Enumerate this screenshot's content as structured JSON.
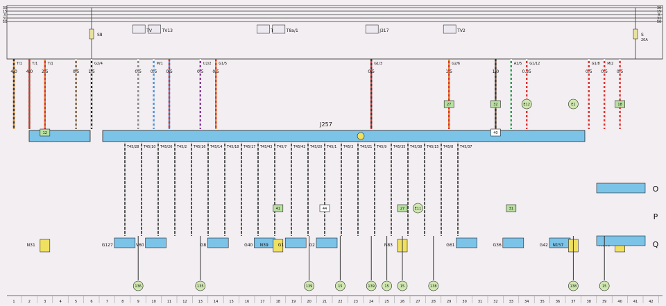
{
  "rails": [
    "30",
    "15",
    "X",
    "31",
    "50"
  ],
  "fuses": [
    {
      "label": "S8",
      "value": "",
      "col": 6
    },
    {
      "label": "S",
      "value": "20A",
      "col": 41
    }
  ],
  "top_components": [
    {
      "label": "J317",
      "col": 24
    },
    {
      "label": "TV13",
      "col": 10
    },
    {
      "label": "TV2",
      "col": 29
    },
    {
      "label": "T32/1",
      "col": 17
    },
    {
      "label": "T8a/1",
      "col": 18
    },
    {
      "label": "TV",
      "col": 9
    }
  ],
  "wires": [
    {
      "col": 1,
      "top": "T/1",
      "size": "4.0",
      "colors": [
        "#e08a2a",
        "#333"
      ]
    },
    {
      "col": 2,
      "top": "T/1",
      "size": "4.0",
      "colors": [
        "#7a5a3a",
        "#e03030"
      ]
    },
    {
      "col": 3,
      "top": "T/1",
      "size": "2.5",
      "colors": [
        "#e03030",
        "#e08a2a"
      ]
    },
    {
      "col": 5,
      "top": "",
      "size": "0.5",
      "colors": [
        "#7a5a3a",
        "#f0f0f0"
      ]
    },
    {
      "col": 6,
      "top": "G2/4",
      "size": "1.5",
      "colors": [
        "#222",
        "#f0f0f0"
      ]
    },
    {
      "col": 9,
      "top": "",
      "size": "0.5",
      "colors": [
        "#888",
        "#f0f0f0"
      ]
    },
    {
      "col": 10,
      "top": "M/1",
      "size": "0.5",
      "colors": [
        "#4a90d9",
        "#f0f0f0"
      ]
    },
    {
      "col": 11,
      "top": "",
      "size": "0.5",
      "colors": [
        "#4a90d9",
        "#e03030"
      ]
    },
    {
      "col": 13,
      "top": "U2/2",
      "size": "0.5",
      "colors": [
        "#8a3a9a",
        "#f0f0f0"
      ]
    },
    {
      "col": 14,
      "top": "G1/5",
      "size": "0.5",
      "colors": [
        "#e08a2a",
        "#e03030"
      ]
    },
    {
      "col": 24,
      "top": "G1/3",
      "size": "0.5",
      "colors": [
        "#e03030",
        "#333"
      ]
    },
    {
      "col": 29,
      "top": "G2/6",
      "size": "1.5",
      "colors": [
        "#e03030",
        "#e08a2a"
      ]
    },
    {
      "col": 32,
      "top": "",
      "size": "1.0",
      "colors": [
        "#7a5a3a",
        "#333"
      ]
    },
    {
      "col": 33,
      "top": "A2/5",
      "size": "",
      "colors": [
        "#2aa050",
        "#f0f0f0"
      ]
    },
    {
      "col": 34,
      "top": "G1/12",
      "size": "0.35",
      "colors": [
        "#e03030",
        "#f0f0f0"
      ]
    },
    {
      "col": 38,
      "top": "G1/8",
      "size": "0.5",
      "colors": [
        "#e03030",
        "#f0f0f0"
      ]
    },
    {
      "col": 39,
      "top": "M/2",
      "size": "0.5",
      "colors": [
        "#e03030",
        "#f0f0f0"
      ]
    },
    {
      "col": 40,
      "top": "",
      "size": "0.5",
      "colors": [
        "#e03030",
        "#f0f0f0"
      ]
    }
  ],
  "ecu": {
    "label": "J257",
    "pins_bottom": [
      "T45/28",
      "T45/10",
      "T45/26",
      "T45/2",
      "T45/16",
      "T45/14",
      "T45/18",
      "T45/17",
      "T45/43",
      "T45/7",
      "T45/42",
      "T45/20",
      "T45/1",
      "T45/3",
      "T45/21",
      "T45/9",
      "T45/35",
      "T45/38",
      "T45/15",
      "T45/8",
      "T45/37"
    ]
  },
  "lower_components": [
    {
      "label": "G127",
      "x": 8
    },
    {
      "label": "V60",
      "x": 10
    },
    {
      "label": "G8",
      "x": 14
    },
    {
      "label": "G40",
      "x": 17
    },
    {
      "label": "N39",
      "x": 18
    },
    {
      "label": "G1",
      "x": 19
    },
    {
      "label": "G2",
      "x": 21
    },
    {
      "label": "G61",
      "x": 30
    },
    {
      "label": "G36",
      "x": 33
    },
    {
      "label": "G42",
      "x": 36
    },
    {
      "label": "N31",
      "x": 3
    },
    {
      "label": "N83",
      "x": 26
    },
    {
      "label": "N152",
      "x": 40
    },
    {
      "label": "N157",
      "x": 37
    }
  ],
  "letter_labels": [
    "O",
    "P",
    "Q"
  ],
  "grounds": [
    {
      "label": "136",
      "col": 9,
      "color": "#cfe8b0"
    },
    {
      "label": "135",
      "col": 13,
      "color": "#cfe8b0"
    },
    {
      "label": "139",
      "col": 20,
      "color": "#cfe8b0"
    },
    {
      "label": "15",
      "col": 22,
      "color": "#cfe8b0"
    },
    {
      "label": "139",
      "col": 24,
      "color": "#cfe8b0"
    },
    {
      "label": "15",
      "col": 25,
      "color": "#cfe8b0"
    },
    {
      "label": "15",
      "col": 26,
      "color": "#cfe8b0"
    },
    {
      "label": "138",
      "col": 28,
      "color": "#cfe8b0"
    },
    {
      "label": "138",
      "col": 37,
      "color": "#cfe8b0"
    },
    {
      "label": "15",
      "col": 39,
      "color": "#cfe8b0"
    }
  ],
  "boxes": [
    {
      "label": "27",
      "col": 29,
      "row": "top"
    },
    {
      "label": "32",
      "col": 32,
      "row": "top"
    },
    {
      "label": "18",
      "col": 40,
      "row": "top"
    },
    {
      "label": "12",
      "col": 3,
      "row": "mid"
    },
    {
      "label": "44",
      "col": 21,
      "row": "low"
    },
    {
      "label": "41",
      "col": 18,
      "row": "low"
    },
    {
      "label": "27",
      "col": 26,
      "row": "low"
    },
    {
      "label": "40",
      "col": 32,
      "row": "mid"
    },
    {
      "label": "31",
      "col": 33,
      "row": "low"
    },
    {
      "label": "E11",
      "col": 27,
      "row": "low"
    },
    {
      "label": "E12",
      "col": 34,
      "row": "top"
    },
    {
      "label": "E1",
      "col": 37,
      "row": "top"
    }
  ],
  "columns": [
    "1",
    "2",
    "3",
    "4",
    "5",
    "6",
    "7",
    "8",
    "9",
    "10",
    "11",
    "12",
    "13",
    "14",
    "15",
    "16",
    "17",
    "18",
    "19",
    "20",
    "21",
    "22",
    "23",
    "24",
    "25",
    "26",
    "27",
    "28",
    "29",
    "30",
    "31",
    "32",
    "33",
    "34",
    "35",
    "36",
    "37",
    "38",
    "39",
    "40",
    "41",
    "42"
  ]
}
